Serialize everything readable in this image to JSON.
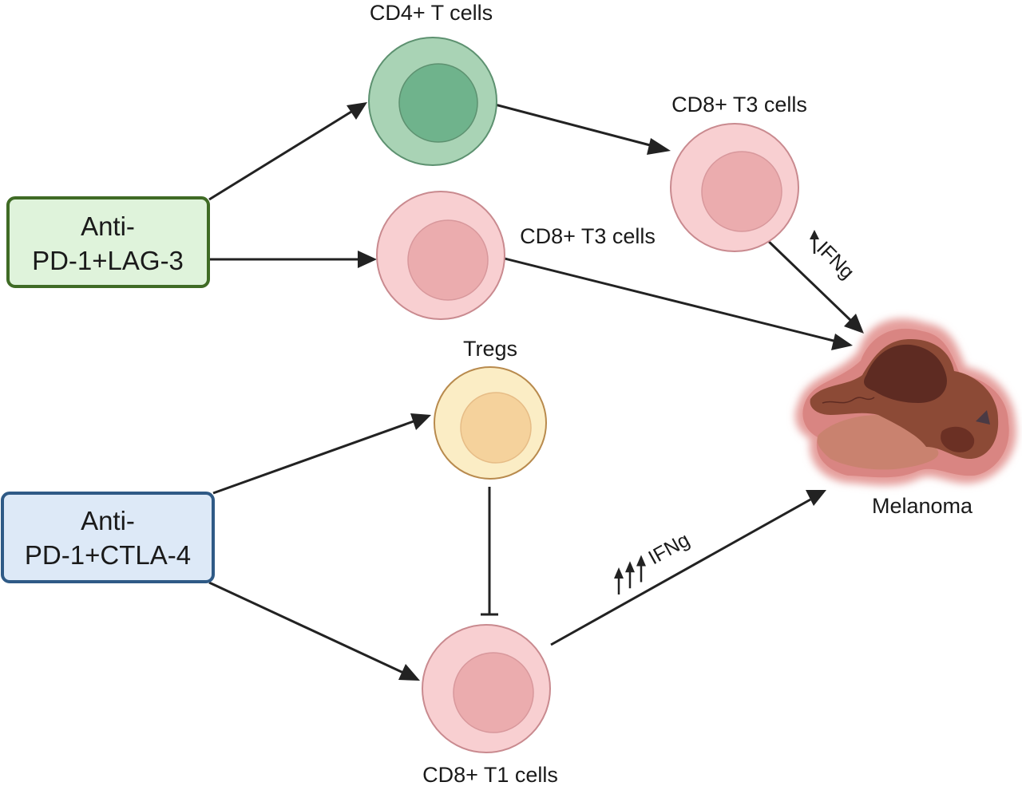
{
  "colors": {
    "arrow": "#222222",
    "lag3_box_fill": "#dff3db",
    "lag3_box_stroke": "#3f6b25",
    "ctla4_box_fill": "#dde9f7",
    "ctla4_box_stroke": "#2f5a86",
    "cd4_outer": "#a9d3b5",
    "cd4_inner": "#6fb38c",
    "cd4_stroke": "#5d9170",
    "cd8_outer": "#f8cfd1",
    "cd8_inner": "#ebacae",
    "cd8_stroke": "#c98a8f",
    "treg_outer": "#fbedc5",
    "treg_inner": "#f5d29c",
    "treg_stroke": "#b88a4d"
  },
  "drugs": {
    "lag3": {
      "line1": "Anti-",
      "line2": "PD-1+LAG-3"
    },
    "ctla4": {
      "line1": "Anti-",
      "line2": "PD-1+CTLA-4"
    }
  },
  "cells": {
    "cd4": "CD4+ T cells",
    "cd8_t3_top": "CD8+ T3 cells",
    "cd8_t3_mid": "CD8+ T3 cells",
    "tregs": "Tregs",
    "cd8_t1": "CD8+ T1 cells"
  },
  "target": {
    "label": "Melanoma"
  },
  "annotations": {
    "ifng_single": "IFNg",
    "ifng_triple": "IFNg",
    "ifng_single_level": "one up-arrow (increased)",
    "ifng_triple_level": "three up-arrows (strongly increased)"
  }
}
